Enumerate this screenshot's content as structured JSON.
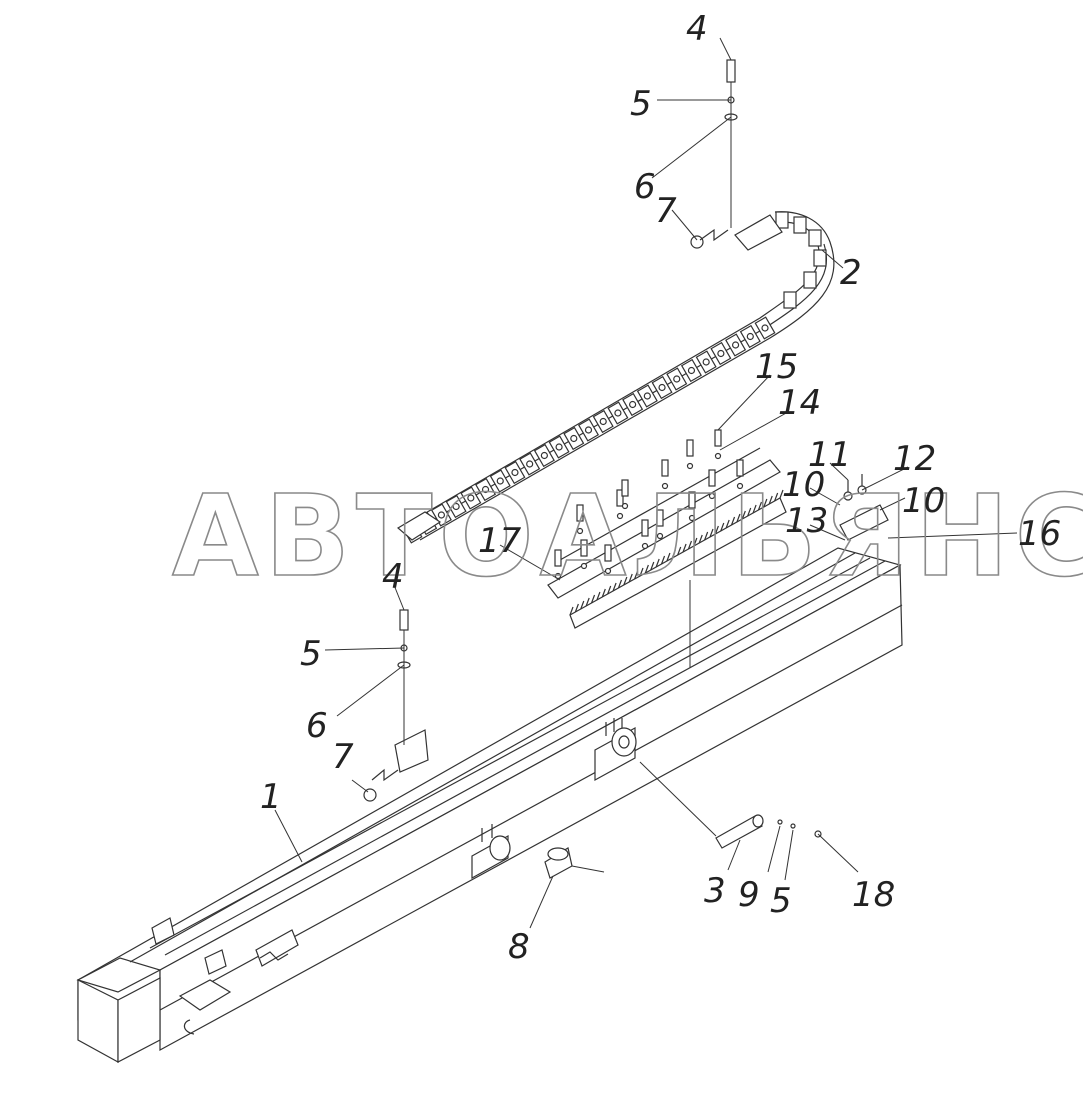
{
  "watermark": "АВТОАЛЬЯНС",
  "callouts": {
    "c1": "1",
    "c2": "2",
    "c3": "3",
    "c4a": "4",
    "c4b": "4",
    "c5a": "5",
    "c5b": "5",
    "c5c": "5",
    "c6a": "6",
    "c6b": "6",
    "c7a": "7",
    "c7b": "7",
    "c8": "8",
    "c9": "9",
    "c10a": "10",
    "c10b": "10",
    "c11": "11",
    "c12": "12",
    "c13": "13",
    "c14": "14",
    "c15": "15",
    "c16": "16",
    "c17": "17",
    "c18": "18"
  }
}
